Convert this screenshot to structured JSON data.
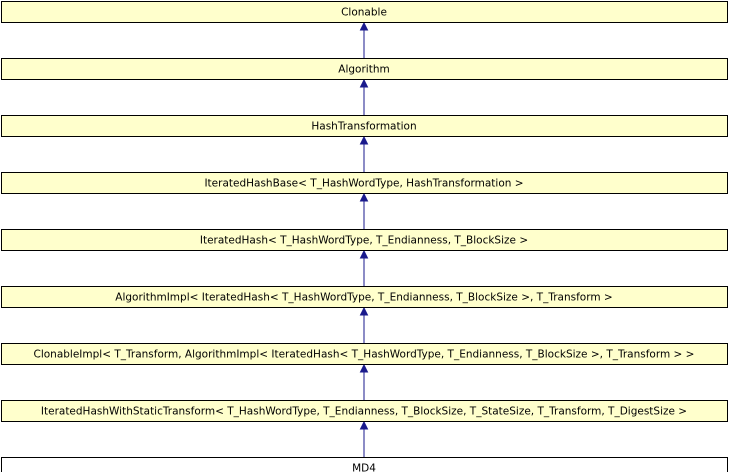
{
  "diagram": {
    "type": "inheritance",
    "nodes": [
      {
        "id": "clonable",
        "label": "Clonable",
        "style": "base"
      },
      {
        "id": "algorithm",
        "label": "Algorithm",
        "style": "base"
      },
      {
        "id": "hash-transformation",
        "label": "HashTransformation",
        "style": "base"
      },
      {
        "id": "iterated-hash-base",
        "label": "IteratedHashBase< T_HashWordType, HashTransformation >",
        "style": "base"
      },
      {
        "id": "iterated-hash",
        "label": "IteratedHash< T_HashWordType, T_Endianness, T_BlockSize >",
        "style": "base"
      },
      {
        "id": "algorithm-impl",
        "label": "AlgorithmImpl< IteratedHash< T_HashWordType, T_Endianness, T_BlockSize >, T_Transform >",
        "style": "base"
      },
      {
        "id": "clonable-impl",
        "label": "ClonableImpl< T_Transform, AlgorithmImpl< IteratedHash< T_HashWordType, T_Endianness, T_BlockSize >, T_Transform > >",
        "style": "base"
      },
      {
        "id": "iterated-hash-with-static-transform",
        "label": "IteratedHashWithStaticTransform< T_HashWordType, T_Endianness, T_BlockSize, T_StateSize, T_Transform, T_DigestSize >",
        "style": "base"
      },
      {
        "id": "md4",
        "label": "MD4",
        "style": "current"
      }
    ],
    "edges": [
      {
        "from": "algorithm",
        "to": "clonable"
      },
      {
        "from": "hash-transformation",
        "to": "algorithm"
      },
      {
        "from": "iterated-hash-base",
        "to": "hash-transformation"
      },
      {
        "from": "iterated-hash",
        "to": "iterated-hash-base"
      },
      {
        "from": "algorithm-impl",
        "to": "iterated-hash"
      },
      {
        "from": "clonable-impl",
        "to": "algorithm-impl"
      },
      {
        "from": "iterated-hash-with-static-transform",
        "to": "clonable-impl"
      },
      {
        "from": "md4",
        "to": "iterated-hash-with-static-transform"
      }
    ],
    "colors": {
      "base_fill": "#ffffcc",
      "current_fill": "#ffffff",
      "border": "#000000",
      "edge": "#1a1a8c",
      "text": "#000000"
    }
  }
}
